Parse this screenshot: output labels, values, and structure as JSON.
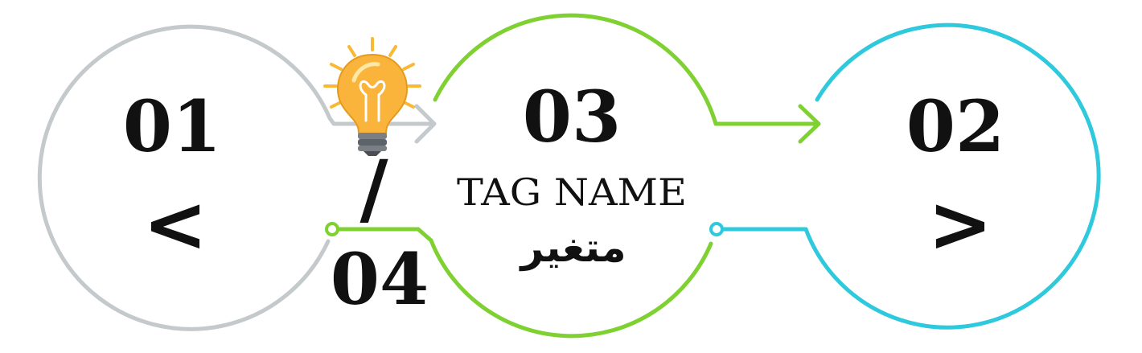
{
  "colors": {
    "gray": "#c4c9cc",
    "green": "#7fd132",
    "cyan": "#2ec9dc",
    "text": "#111111",
    "bulb": "#f9b935"
  },
  "steps": [
    {
      "number": "01",
      "symbol": "<"
    },
    {
      "number": "02",
      "symbol": ">"
    },
    {
      "number": "03",
      "line1": "TAG NAME",
      "line2": "متغير"
    },
    {
      "number": "04",
      "symbol": "/"
    }
  ],
  "icons": {
    "bulb": "light-bulb-icon"
  }
}
